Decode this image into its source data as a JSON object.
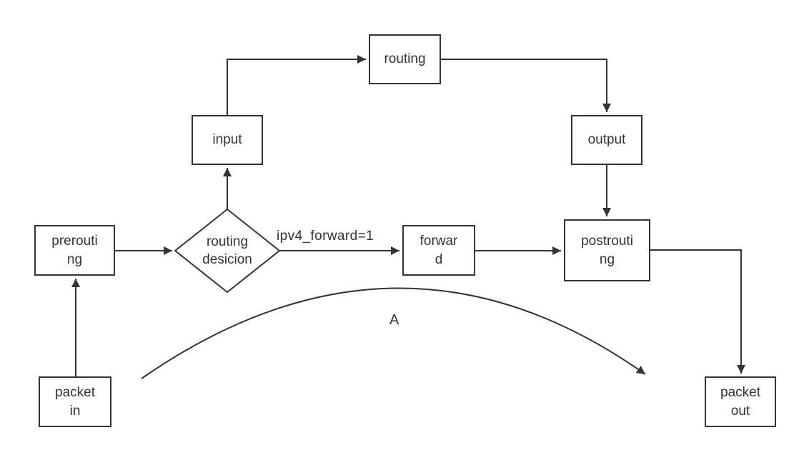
{
  "diagram": {
    "background_color": "#ffffff",
    "line_color": "#333333",
    "nodes": {
      "packet_in": {
        "label": "packet\nin"
      },
      "prerouting": {
        "label": "prerouti\nng"
      },
      "routing_decision": {
        "label": "routing\ndesicion"
      },
      "input": {
        "label": "input"
      },
      "routing": {
        "label": "routing"
      },
      "forward": {
        "label": "forwar\nd"
      },
      "output": {
        "label": "output"
      },
      "postrouting": {
        "label": "postrouti\nng"
      },
      "packet_out": {
        "label": "packet\nout"
      }
    },
    "edge_labels": {
      "forward_condition": "ipv4_forward=1",
      "curve_label": "A"
    }
  }
}
